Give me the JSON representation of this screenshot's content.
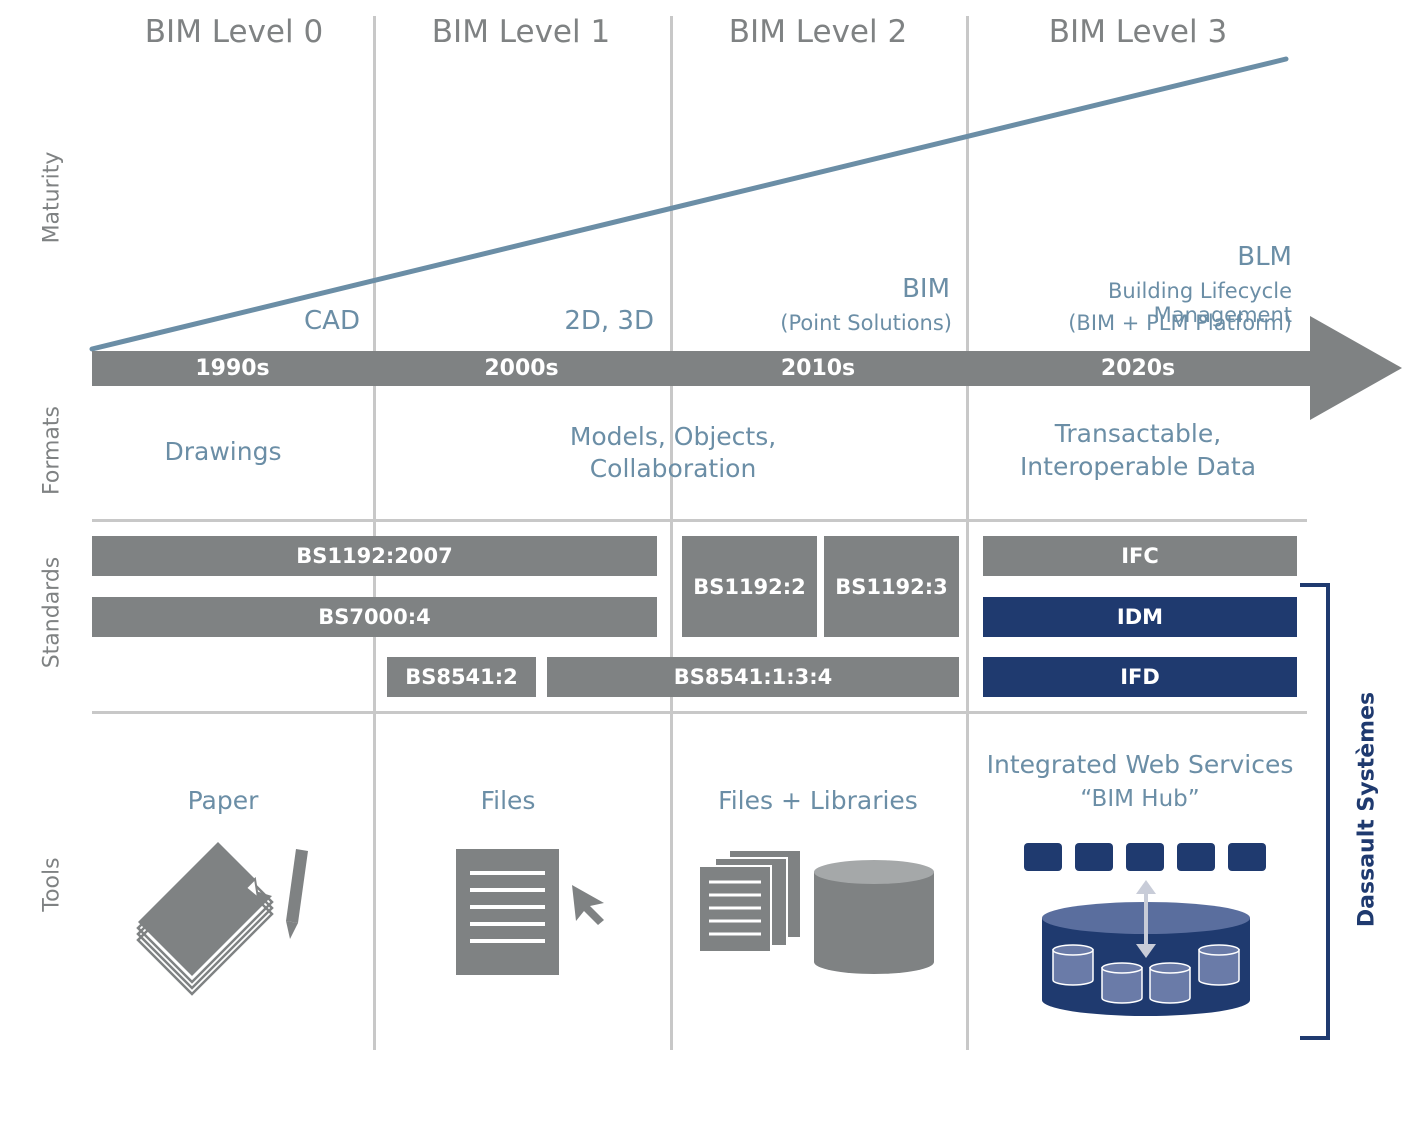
{
  "levels": [
    {
      "title": "BIM Level 0",
      "decade": "1990s",
      "era": "CAD",
      "tool": "Paper"
    },
    {
      "title": "BIM Level 1",
      "decade": "2000s",
      "era": "2D, 3D",
      "tool": "Files"
    },
    {
      "title": "BIM Level 2",
      "decade": "2010s",
      "era": "BIM",
      "era_sub": "(Point Solutions)",
      "tool": "Files + Libraries"
    },
    {
      "title": "BIM Level 3",
      "decade": "2020s",
      "era": "BLM",
      "era_sub1": "Building Lifecycle Management",
      "era_sub2": "(BIM + PLM Platform)",
      "tool": "Integrated Web Services",
      "tool_sub": "“BIM Hub”"
    }
  ],
  "row_labels": {
    "maturity": "Maturity",
    "formats": "Formats",
    "standards": "Standards",
    "tools": "Tools"
  },
  "formats": {
    "drawings": "Drawings",
    "models_line1": "Models, Objects,",
    "models_line2": "Collaboration",
    "data_line1": "Transactable,",
    "data_line2": "Interoperable Data"
  },
  "standards": {
    "bs1192_2007": "BS1192:2007",
    "bs7000_4": "BS7000:4",
    "bs8541_2": "BS8541:2",
    "bs8541_134": "BS8541:1:3:4",
    "bs1192_2": "BS1192:2",
    "bs1192_3": "BS1192:3",
    "ifc": "IFC",
    "idm": "IDM",
    "ifd": "IFD"
  },
  "bracket_label": "Dassault Systèmes",
  "colors": {
    "gray": "#7f8283",
    "blue_text": "#6b8ea6",
    "navy": "#1f3a6f",
    "line": "#6b8ea6",
    "divider": "#c8c8c8"
  }
}
